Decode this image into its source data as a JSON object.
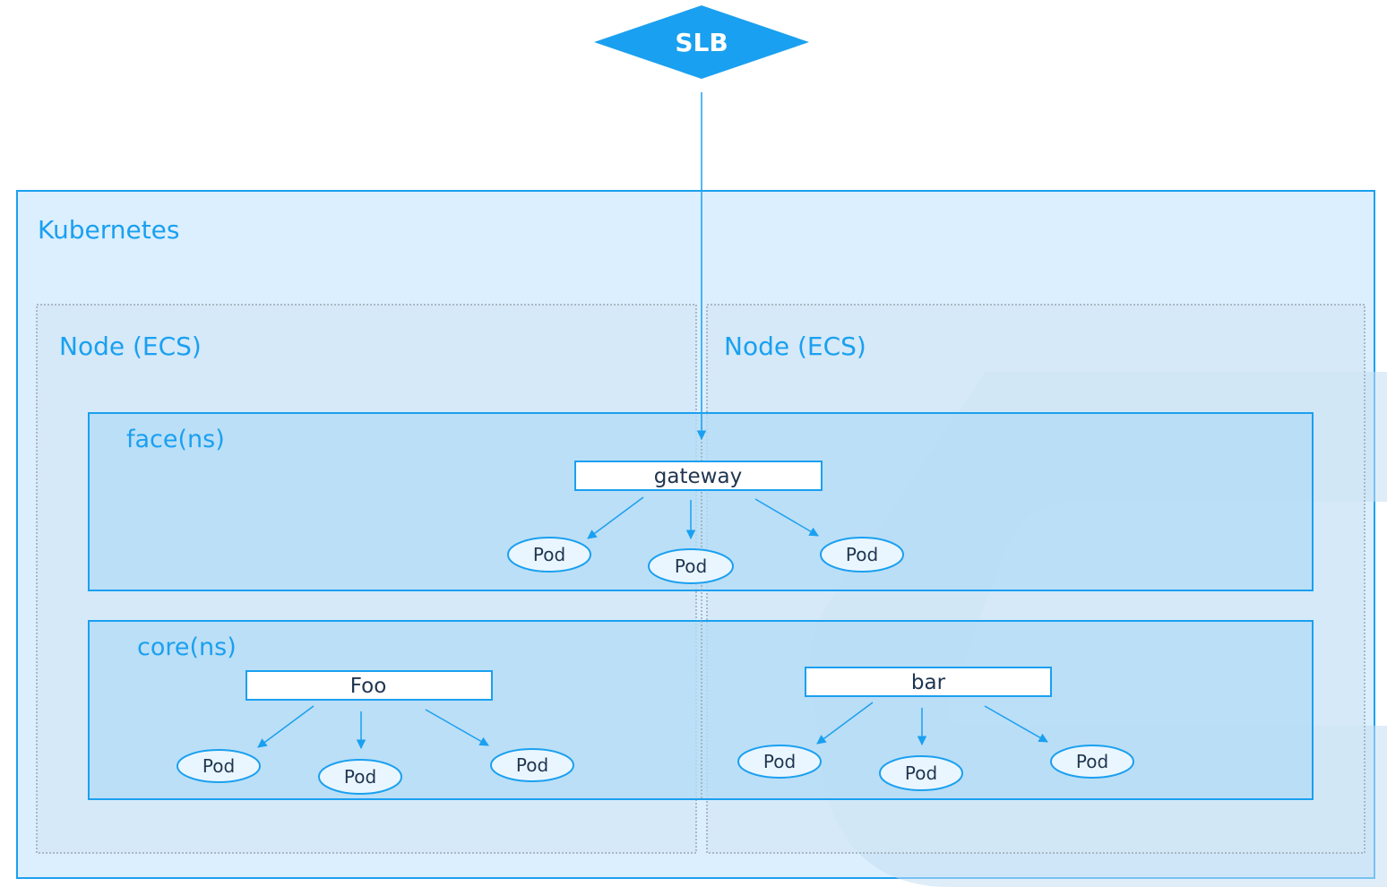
{
  "slb": {
    "label": "SLB"
  },
  "cluster": {
    "label": "Kubernetes"
  },
  "nodes": [
    {
      "label": "Node (ECS)"
    },
    {
      "label": "Node (ECS)"
    }
  ],
  "namespaces": {
    "face": {
      "label": "face(ns)",
      "services": [
        {
          "label": "gateway",
          "pods": [
            "Pod",
            "Pod",
            "Pod"
          ]
        }
      ]
    },
    "core": {
      "label": "core(ns)",
      "services": [
        {
          "label": "Foo",
          "pods": [
            "Pod",
            "Pod",
            "Pod"
          ]
        },
        {
          "label": "bar",
          "pods": [
            "Pod",
            "Pod",
            "Pod"
          ]
        }
      ]
    }
  },
  "colors": {
    "accent": "#1aa0f0",
    "cluster_fill": "#dcefff",
    "node_fill": "#d3e7f6",
    "ns_fill": "#b4dcf6",
    "pod_fill": "#eaf6ff",
    "text_dark": "#1f3550"
  }
}
